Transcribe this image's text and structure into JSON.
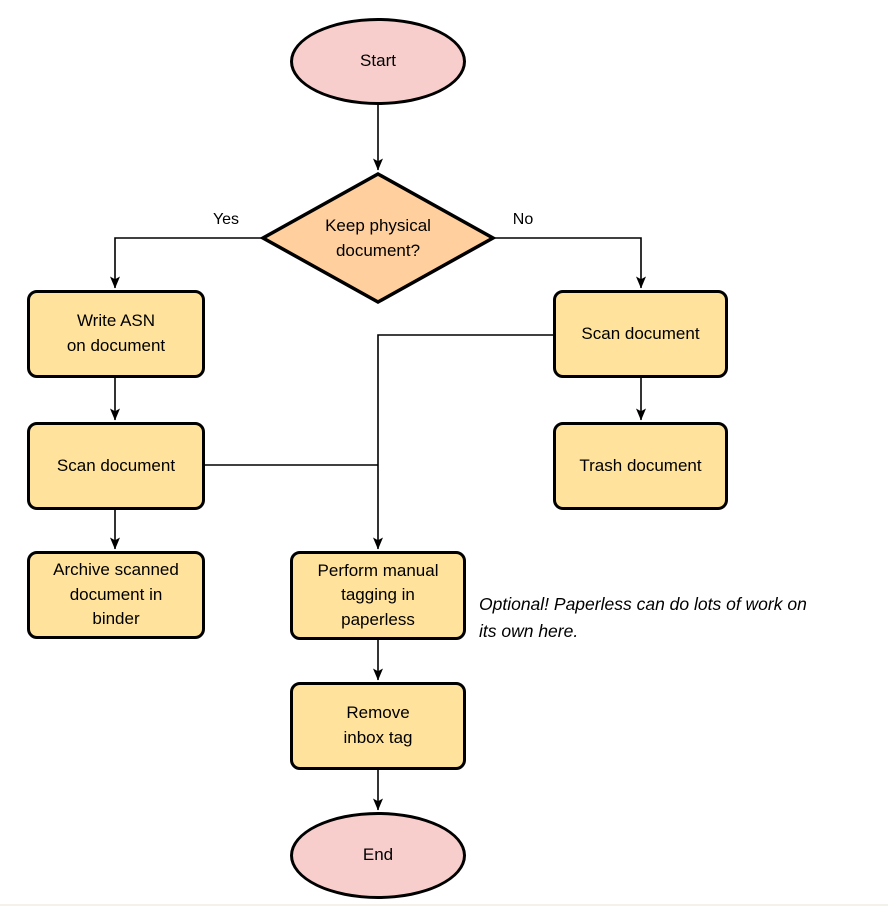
{
  "colors": {
    "background": "#FFFFFF",
    "stroke": "#000000",
    "terminator_fill": "#F8CECC",
    "decision_fill": "#FFD09E",
    "process_fill": "#FFE39C",
    "bottom_divider": "#F3F1EA"
  },
  "nodes": {
    "start": "Start",
    "decision": "Keep physical\ndocument?",
    "write_asn": "Write ASN\non document",
    "scan_left": "Scan document",
    "archive": "Archive scanned\ndocument in\nbinder",
    "scan_right": "Scan document",
    "trash": "Trash document",
    "tagging": "Perform manual\ntagging in\npaperless",
    "remove_inbox": "Remove\ninbox tag",
    "end": "End"
  },
  "edge_labels": {
    "yes": "Yes",
    "no": "No"
  },
  "annotation": "Optional! Paperless can do lots of work on\nits own here."
}
